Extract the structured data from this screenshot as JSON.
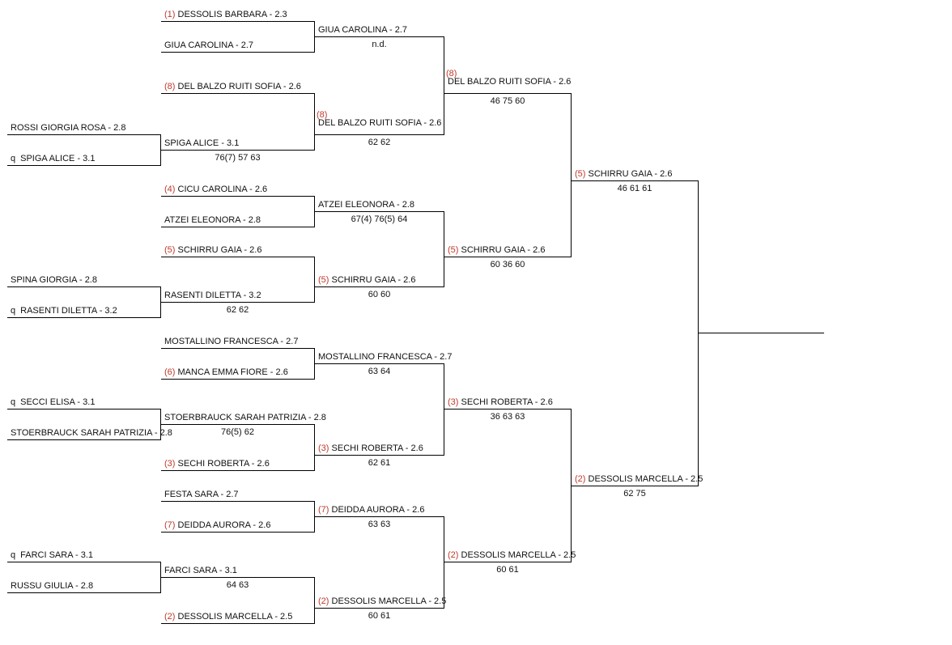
{
  "colors": {
    "line": "#000000",
    "seed": "#c0392b",
    "text": "#111111"
  },
  "bracket": {
    "rounds": [
      {
        "round": "qualifying",
        "entries": [
          {
            "id": "r0-0",
            "name": "ROSSI GIORGIA ROSA - 2.8"
          },
          {
            "id": "r0-1",
            "name": "SPIGA ALICE - 3.1",
            "prefix": "q"
          },
          {
            "id": "r0-2",
            "name": "SPINA GIORGIA - 2.8"
          },
          {
            "id": "r0-3",
            "name": "RASENTI DILETTA - 3.2",
            "prefix": "q"
          },
          {
            "id": "r0-4",
            "name": "SECCI ELISA - 3.1",
            "prefix": "q"
          },
          {
            "id": "r0-5",
            "name": "STOERBRAUCK SARAH PATRIZIA - 2.8"
          },
          {
            "id": "r0-6",
            "name": "FARCI SARA - 3.1",
            "prefix": "q"
          },
          {
            "id": "r0-7",
            "name": "RUSSU GIULIA - 2.8"
          }
        ]
      },
      {
        "round": "first-round",
        "entries": [
          {
            "id": "r1-0",
            "seed": "(1)",
            "name": "DESSOLIS BARBARA - 2.3"
          },
          {
            "id": "r1-1",
            "name": "GIUA CAROLINA - 2.7"
          },
          {
            "id": "r1-2",
            "seed": "(8)",
            "name": "DEL BALZO RUITI SOFIA - 2.6"
          },
          {
            "id": "r1-3",
            "name": "SPIGA ALICE - 3.1",
            "score": "76(7) 57 63"
          },
          {
            "id": "r1-4",
            "seed": "(4)",
            "name": "CICU CAROLINA - 2.6"
          },
          {
            "id": "r1-5",
            "name": "ATZEI ELEONORA - 2.8"
          },
          {
            "id": "r1-6",
            "seed": "(5)",
            "name": "SCHIRRU GAIA - 2.6"
          },
          {
            "id": "r1-7",
            "name": "RASENTI DILETTA - 3.2",
            "score": "62 62"
          },
          {
            "id": "r1-8",
            "name": "MOSTALLINO FRANCESCA - 2.7"
          },
          {
            "id": "r1-9",
            "seed": "(6)",
            "name": "MANCA EMMA FIORE - 2.6"
          },
          {
            "id": "r1-10",
            "name": "STOERBRAUCK SARAH PATRIZIA - 2.8",
            "score": "76(5) 62"
          },
          {
            "id": "r1-11",
            "seed": "(3)",
            "name": "SECHI ROBERTA - 2.6"
          },
          {
            "id": "r1-12",
            "name": "FESTA SARA - 2.7"
          },
          {
            "id": "r1-13",
            "seed": "(7)",
            "name": "DEIDDA AURORA - 2.6"
          },
          {
            "id": "r1-14",
            "name": "FARCI SARA - 3.1",
            "score": "64 63"
          },
          {
            "id": "r1-15",
            "seed": "(2)",
            "name": "DESSOLIS MARCELLA - 2.5"
          }
        ]
      },
      {
        "round": "second-round",
        "entries": [
          {
            "id": "r2-0",
            "name": "GIUA CAROLINA - 2.7",
            "score": "n.d."
          },
          {
            "id": "r2-1",
            "seed": "(8)",
            "name": "DEL BALZO RUITI SOFIA - 2.6",
            "score": "62 62",
            "stacked": true
          },
          {
            "id": "r2-2",
            "name": "ATZEI ELEONORA - 2.8",
            "score": "67(4) 76(5) 64"
          },
          {
            "id": "r2-3",
            "seed": "(5)",
            "name": "SCHIRRU GAIA - 2.6",
            "score": "60 60"
          },
          {
            "id": "r2-4",
            "name": "MOSTALLINO FRANCESCA - 2.7",
            "score": "63 64"
          },
          {
            "id": "r2-5",
            "seed": "(3)",
            "name": "SECHI ROBERTA - 2.6",
            "score": "62 61"
          },
          {
            "id": "r2-6",
            "seed": "(7)",
            "name": "DEIDDA AURORA - 2.6",
            "score": "63 63"
          },
          {
            "id": "r2-7",
            "seed": "(2)",
            "name": "DESSOLIS MARCELLA - 2.5",
            "score": "60 61"
          }
        ]
      },
      {
        "round": "quarterfinal",
        "entries": [
          {
            "id": "r3-0",
            "seed": "(8)",
            "name": "DEL BALZO RUITI SOFIA - 2.6",
            "score": "46 75 60",
            "stacked": true
          },
          {
            "id": "r3-1",
            "seed": "(5)",
            "name": "SCHIRRU GAIA - 2.6",
            "score": "60 36 60"
          },
          {
            "id": "r3-2",
            "seed": "(3)",
            "name": "SECHI ROBERTA - 2.6",
            "score": "36 63 63"
          },
          {
            "id": "r3-3",
            "seed": "(2)",
            "name": "DESSOLIS MARCELLA - 2.5",
            "score": "60 61"
          }
        ]
      },
      {
        "round": "semifinal",
        "entries": [
          {
            "id": "r4-0",
            "seed": "(5)",
            "name": "SCHIRRU GAIA - 2.6",
            "score": "46 61 61"
          },
          {
            "id": "r4-1",
            "seed": "(2)",
            "name": "DESSOLIS MARCELLA - 2.5",
            "score": "62 75"
          }
        ]
      },
      {
        "round": "final",
        "entries": [
          {
            "id": "r5-0",
            "name": ""
          }
        ]
      }
    ]
  }
}
